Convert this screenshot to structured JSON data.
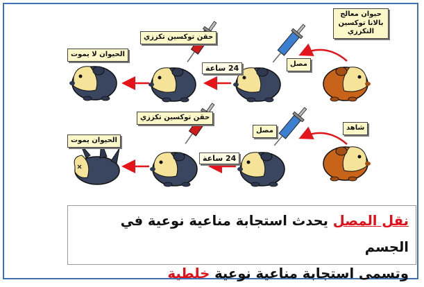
{
  "top_row": {
    "treated_label": "حيوان معالج بالانا توكسين التكززي",
    "serum_label": "مصل",
    "toxin_label": "حقن توكسين تكززي",
    "hours_label": "24 ساعة",
    "survives_label": "الحيوان لا يموت"
  },
  "bottom_row": {
    "control_label": "شاهد",
    "serum_label": "مصل",
    "toxin_label": "حقن توكسين تكززي",
    "hours_label": "24 ساعة",
    "dies_label": "الحيوان يموت"
  },
  "caption": {
    "line1_red": "نقل المصل",
    "line1_rest": " يحدث استجابة مناعية نوعية في الجسم",
    "line2_start": "وتسمى استجابة مناعية نوعية ",
    "line2_red": "خلطية"
  },
  "colors": {
    "frame": "#3e70b4",
    "arrow_red": "#e3141c",
    "donor_animal": "#c8641a",
    "recipient_animal": "#3a4660",
    "animal_cream": "#f5e39a",
    "label_bg": "#fbf7c8",
    "serum_syringe": "#3d7fd0",
    "toxin_syringe": "#d11a1a"
  }
}
